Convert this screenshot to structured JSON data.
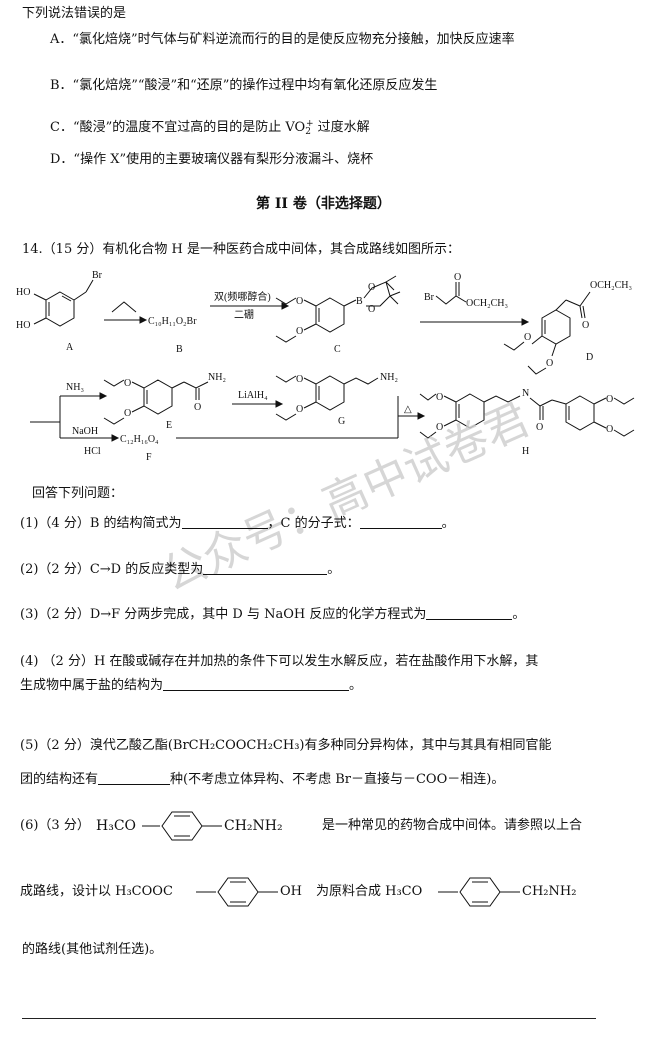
{
  "intro": "下列说法错误的是",
  "options": {
    "A": "A．“氯化焙烧”时气体与矿料逆流而行的目的是使反应物充分接触，加快反应速率",
    "B": "B．“氯化焙烧”“酸浸”和“还原”的操作过程中均有氧化还原反应发生",
    "C_pre": "C．“酸浸”的温度不宜过高的目的是防止 VO",
    "C_sub": "2",
    "C_sup": "+",
    "C_post": " 过度水解",
    "D": "D．“操作 X”使用的主要玻璃仪器有梨形分液漏斗、烧杯"
  },
  "section_title": "第 II 卷（非选择题）",
  "q14": "14.（15 分）有机化合物 H 是一种医药合成中间体，其合成路线如图所示：",
  "scheme": {
    "A": "A",
    "B": "B",
    "C": "C",
    "D": "D",
    "E": "E",
    "F": "F",
    "G": "G",
    "H": "H",
    "HO": "HO",
    "Br": "Br",
    "O": "O",
    "NH2": "NH₂",
    "N": "N",
    "B_formula": "C₁₀H₁₁O₂Br",
    "reagent_1a": "双(频哪醇合)",
    "reagent_1b": "二硼",
    "reagent_2_Br": "Br",
    "reagent_2_ester": "OCH₂CH₃",
    "D_ester": "OCH₂CH₃",
    "NH3": "NH₃",
    "LiAlH4": "LiAlH₄",
    "NaOH": "NaOH",
    "HCl": "HCl",
    "F_formula": "C₁₂H₁₆O₄",
    "delta": "△"
  },
  "answer_intro": "回答下列问题：",
  "q1_a": "(1)（4 分）B 的结构简式为",
  "q1_b": "，C 的分子式：",
  "q1_c": "。",
  "q2_a": "(2)（2 分）C→D 的反应类型为",
  "q2_b": "。",
  "q3_a": "(3)（2 分）D→F 分两步完成，其中 D 与 NaOH 反应的化学方程式为",
  "q3_b": "。",
  "q4_line1": "(4) （2 分）H 在酸或碱存在并加热的条件下可以发生水解反应，若在盐酸作用下水解，其",
  "q4_line2a": "生成物中属于盐的结构为",
  "q4_line2b": "。",
  "q5_line1_a": "(5)（2 分）溴代乙酸乙酯(",
  "q5_formula": "BrCH₂COOCH₂CH₃",
  "q5_line1_b": ")有多种同分异构体，其中与其具有相同官能",
  "q5_line2_a": "团的结构还有",
  "q5_line2_b": "种(不考虑立体异构、不考虑 Br－直接与－COO－相连)。",
  "q6_label": "(6)（3 分）",
  "q6_left": "H₃CO",
  "q6_right": "CH₂NH₂",
  "q6_tail": "是一种常见的药物合成中间体。请参照以上合",
  "q6_line2_pre": "成路线，设计以 H₃COOC",
  "q6_line2_oh": "OH",
  "q6_line2_mid": "为原料合成 H₃CO",
  "q6_line2_end": "CH₂NH₂",
  "q6_line3": "的路线(其他试剂任选)。",
  "watermark": "公众号：高中试卷君"
}
